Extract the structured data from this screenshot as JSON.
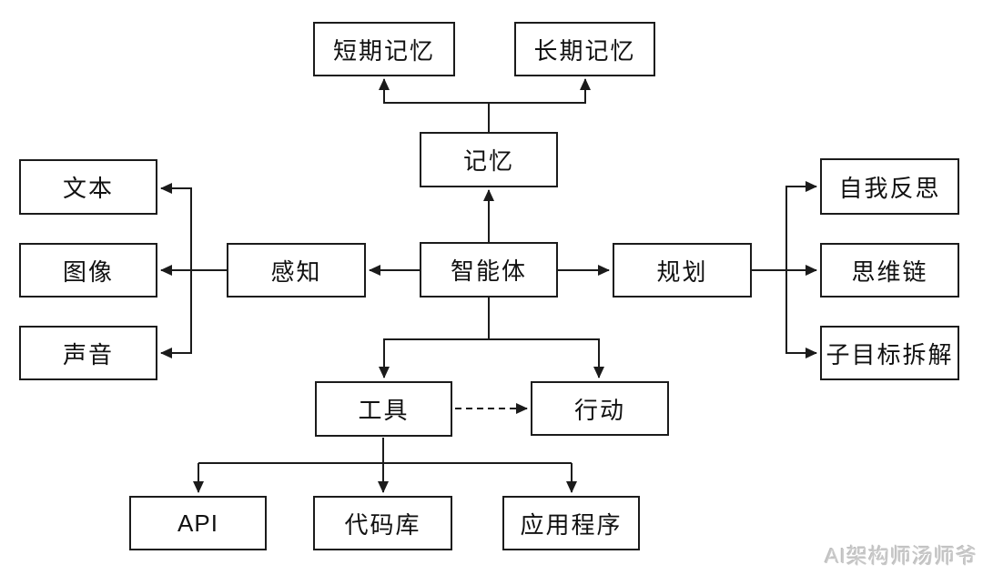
{
  "diagram": {
    "title_hint": "AI agent architecture diagram",
    "colors": {
      "background": "#ffffff",
      "line": "#1b1b1b",
      "box_fill": "#ffffff",
      "box_border": "#1b1b1b",
      "text": "#111111",
      "watermark": "#c9c9c9"
    },
    "nodes": {
      "short_term_memory": {
        "label": "短期记忆"
      },
      "long_term_memory": {
        "label": "长期记忆"
      },
      "memory": {
        "label": "记忆"
      },
      "agent": {
        "label": "智能体"
      },
      "perception": {
        "label": "感知"
      },
      "text": {
        "label": "文本"
      },
      "image": {
        "label": "图像"
      },
      "sound": {
        "label": "声音"
      },
      "planning": {
        "label": "规划"
      },
      "self_reflection": {
        "label": "自我反思"
      },
      "chain_of_thought": {
        "label": "思维链"
      },
      "subgoal_decomposition": {
        "label": "子目标拆解"
      },
      "tools": {
        "label": "工具"
      },
      "action": {
        "label": "行动"
      },
      "api": {
        "label": "API"
      },
      "code_library": {
        "label": "代码库"
      },
      "applications": {
        "label": "应用程序"
      }
    },
    "edges": [
      {
        "from": "memory",
        "to": "short_term_memory",
        "style": "solid-arrow"
      },
      {
        "from": "memory",
        "to": "long_term_memory",
        "style": "solid-arrow"
      },
      {
        "from": "agent",
        "to": "memory",
        "style": "solid-arrow"
      },
      {
        "from": "agent",
        "to": "perception",
        "style": "solid-arrow"
      },
      {
        "from": "perception",
        "to": "text",
        "style": "solid-arrow"
      },
      {
        "from": "perception",
        "to": "image",
        "style": "solid-arrow"
      },
      {
        "from": "perception",
        "to": "sound",
        "style": "solid-arrow"
      },
      {
        "from": "agent",
        "to": "planning",
        "style": "solid-arrow"
      },
      {
        "from": "planning",
        "to": "self_reflection",
        "style": "solid-arrow"
      },
      {
        "from": "planning",
        "to": "chain_of_thought",
        "style": "solid-arrow"
      },
      {
        "from": "planning",
        "to": "subgoal_decomposition",
        "style": "solid-arrow"
      },
      {
        "from": "agent",
        "to": "tools",
        "style": "solid-arrow"
      },
      {
        "from": "agent",
        "to": "action",
        "style": "solid-arrow"
      },
      {
        "from": "tools",
        "to": "action",
        "style": "dashed-arrow"
      },
      {
        "from": "tools",
        "to": "api",
        "style": "solid-arrow"
      },
      {
        "from": "tools",
        "to": "code_library",
        "style": "solid-arrow"
      },
      {
        "from": "tools",
        "to": "applications",
        "style": "solid-arrow"
      }
    ],
    "watermark": "AI架构师汤师爷"
  }
}
